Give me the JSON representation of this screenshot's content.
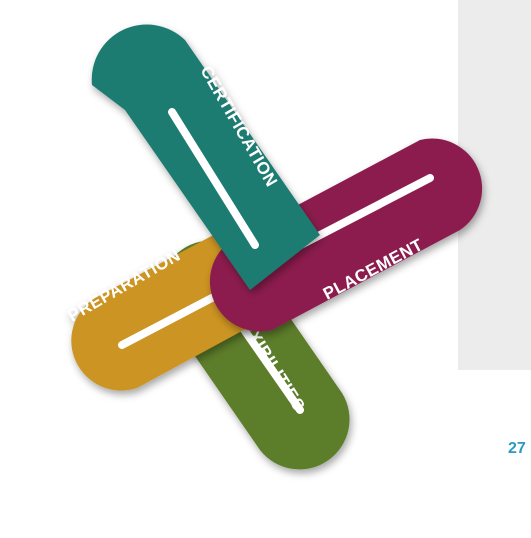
{
  "diagram": {
    "loops": [
      {
        "id": "certification",
        "label": "CERTIFICATION",
        "color": "#1f7b72"
      },
      {
        "id": "placement",
        "label": "PLACEMENT",
        "color": "#8c1e4d"
      },
      {
        "id": "flexibilities",
        "label": "FLEXIBILITIES",
        "color": "#5c7d2a"
      },
      {
        "id": "preparation",
        "label": "PREPARATION",
        "color": "#cc9422"
      }
    ]
  },
  "page_number": "27"
}
